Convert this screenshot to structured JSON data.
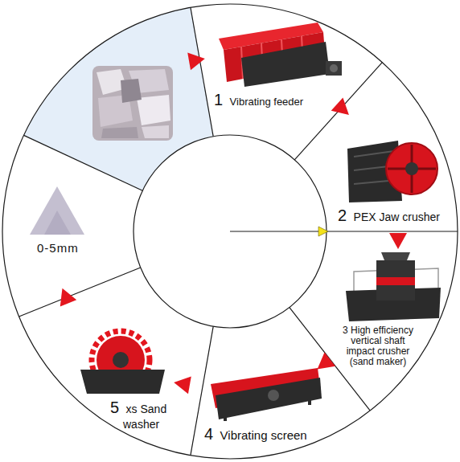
{
  "diagram": {
    "nodes": [
      {
        "text": [
          "1",
          "Vibrating feeder"
        ]
      },
      {
        "text": [
          "2",
          "PEX Jaw crusher"
        ]
      },
      {
        "text": [
          "3 High efficiency vertical shaft impact crusher (sand maker)"
        ]
      },
      {
        "text": [
          "4",
          "Vibrating screen"
        ]
      },
      {
        "text": [
          "5",
          "xs Sand washer"
        ]
      },
      {
        "text": [
          "0-5mm"
        ]
      }
    ],
    "edges": [
      {
        "from": 0,
        "to": 1,
        "arrow": "to"
      },
      {
        "from": 1,
        "to": 2,
        "arrow": "to"
      },
      {
        "from": 2,
        "to": 3,
        "arrow": "to"
      },
      {
        "from": 3,
        "to": 4,
        "arrow": "to"
      },
      {
        "from": 4,
        "to": 5,
        "arrow": "to"
      }
    ]
  }
}
